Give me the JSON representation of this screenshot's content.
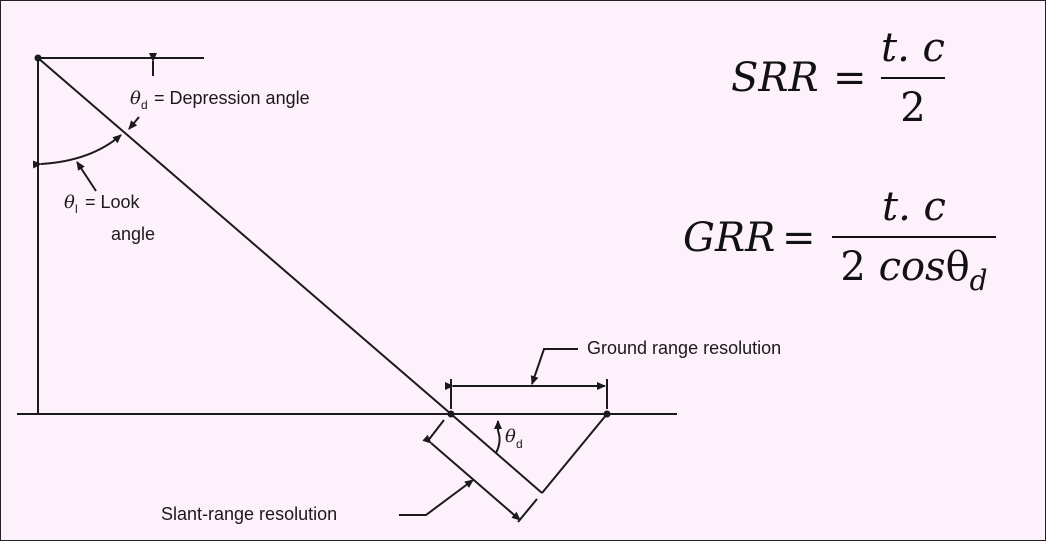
{
  "diagram": {
    "depression_label": "= Depression angle",
    "look_label_1": "= Look",
    "look_label_2": "angle",
    "ground_range_label": "Ground range resolution",
    "slant_range_label": "Slant-range resolution",
    "theta": "θ",
    "sub_d": "d",
    "sub_l": "l"
  },
  "equations": {
    "srr": {
      "lhs": "SRR",
      "eq": "=",
      "numerator": "t. c",
      "denominator": "2"
    },
    "grr": {
      "lhs": "GRR",
      "eq": "=",
      "numerator": "t. c",
      "denominator_coef": "2",
      "denominator_func": "cos",
      "denominator_theta": "θ",
      "denominator_sub": "d"
    }
  }
}
